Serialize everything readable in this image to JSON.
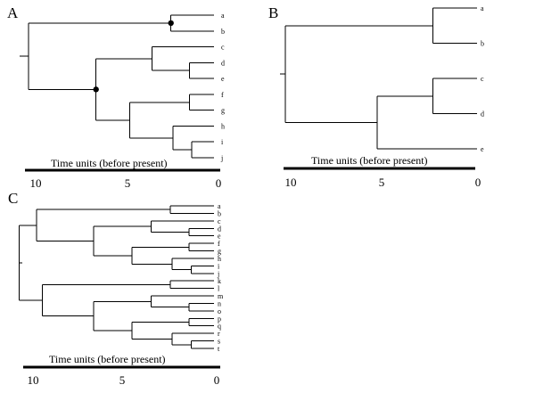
{
  "panels": [
    {
      "label": "A",
      "axis_title": "Time units (before present)",
      "ticks": [
        10,
        5,
        0
      ],
      "max_time": 10,
      "tree": {
        "t": 9.9,
        "children": [
          {
            "t": 2.3,
            "dot": true,
            "children": [
              {
                "name": "a"
              },
              {
                "name": "b"
              }
            ]
          },
          {
            "t": 6.3,
            "dot": true,
            "children": [
              {
                "t": 3.3,
                "children": [
                  {
                    "name": "c"
                  },
                  {
                    "t": 1.3,
                    "children": [
                      {
                        "name": "d"
                      },
                      {
                        "name": "e"
                      }
                    ]
                  }
                ]
              },
              {
                "t": 4.5,
                "children": [
                  {
                    "t": 1.3,
                    "children": [
                      {
                        "name": "f"
                      },
                      {
                        "name": "g"
                      }
                    ]
                  },
                  {
                    "t": 2.2,
                    "children": [
                      {
                        "name": "h"
                      },
                      {
                        "t": 1.2,
                        "children": [
                          {
                            "name": "i"
                          },
                          {
                            "name": "j"
                          }
                        ]
                      }
                    ]
                  }
                ]
              }
            ]
          }
        ]
      }
    },
    {
      "label": "B",
      "axis_title": "Time units (before present)",
      "ticks": [
        10,
        5,
        0
      ],
      "max_time": 10,
      "tree": {
        "t": 10.0,
        "children": [
          {
            "t": 2.3,
            "children": [
              {
                "name": "a"
              },
              {
                "name": "b"
              }
            ]
          },
          {
            "t": 5.2,
            "children": [
              {
                "t": 2.3,
                "children": [
                  {
                    "name": "c"
                  },
                  {
                    "name": "d"
                  }
                ]
              },
              {
                "name": "e"
              }
            ]
          }
        ]
      }
    },
    {
      "label": "C",
      "axis_title": "Time units (before present)",
      "ticks": [
        10,
        5,
        0
      ],
      "max_time": 10,
      "tree": {
        "t": 10.2,
        "children": [
          {
            "t": 9.3,
            "children": [
              {
                "t": 2.3,
                "children": [
                  {
                    "name": "a"
                  },
                  {
                    "name": "b"
                  }
                ]
              },
              {
                "t": 6.3,
                "children": [
                  {
                    "t": 3.3,
                    "children": [
                      {
                        "name": "c"
                      },
                      {
                        "t": 1.3,
                        "children": [
                          {
                            "name": "d"
                          },
                          {
                            "name": "e"
                          }
                        ]
                      }
                    ]
                  },
                  {
                    "t": 4.3,
                    "children": [
                      {
                        "t": 1.3,
                        "children": [
                          {
                            "name": "f"
                          },
                          {
                            "name": "g"
                          }
                        ]
                      },
                      {
                        "t": 2.2,
                        "children": [
                          {
                            "name": "h"
                          },
                          {
                            "t": 1.2,
                            "children": [
                              {
                                "name": "i"
                              },
                              {
                                "name": "j"
                              }
                            ]
                          }
                        ]
                      }
                    ]
                  }
                ]
              }
            ]
          },
          {
            "t": 9.0,
            "children": [
              {
                "t": 2.3,
                "children": [
                  {
                    "name": "k"
                  },
                  {
                    "name": "l"
                  }
                ]
              },
              {
                "t": 6.3,
                "children": [
                  {
                    "t": 3.3,
                    "children": [
                      {
                        "name": "m"
                      },
                      {
                        "t": 1.3,
                        "children": [
                          {
                            "name": "n"
                          },
                          {
                            "name": "o"
                          }
                        ]
                      }
                    ]
                  },
                  {
                    "t": 4.3,
                    "children": [
                      {
                        "t": 1.3,
                        "children": [
                          {
                            "name": "p"
                          },
                          {
                            "name": "q"
                          }
                        ]
                      },
                      {
                        "t": 2.2,
                        "children": [
                          {
                            "name": "r"
                          },
                          {
                            "t": 1.2,
                            "children": [
                              {
                                "name": "s"
                              },
                              {
                                "name": "t"
                              }
                            ]
                          }
                        ]
                      }
                    ]
                  }
                ]
              }
            ]
          }
        ]
      }
    }
  ]
}
